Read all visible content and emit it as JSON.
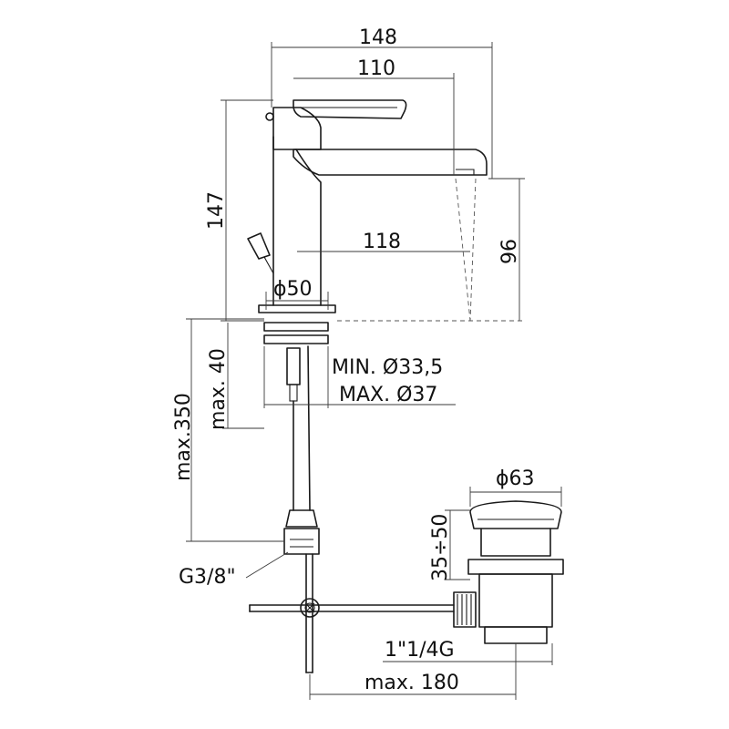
{
  "dimensions": {
    "overall_width": "148",
    "spout_reach": "110",
    "height": "147",
    "spout_to_base": "118",
    "spout_height": "96",
    "base_diameter": "ϕ50",
    "hole_min": "MIN. Ø33,5",
    "hole_max": "MAX. Ø37",
    "deck_thickness": "max. 40",
    "hose_length": "max.350",
    "hose_connection": "G3/8\"",
    "waste_diameter": "ϕ63",
    "waste_range": "35÷50",
    "waste_thread": "1\"1/4G",
    "rod_length": "max. 180"
  },
  "colors": {
    "line": "#1a1a1a",
    "dim": "#3a3a3a"
  }
}
